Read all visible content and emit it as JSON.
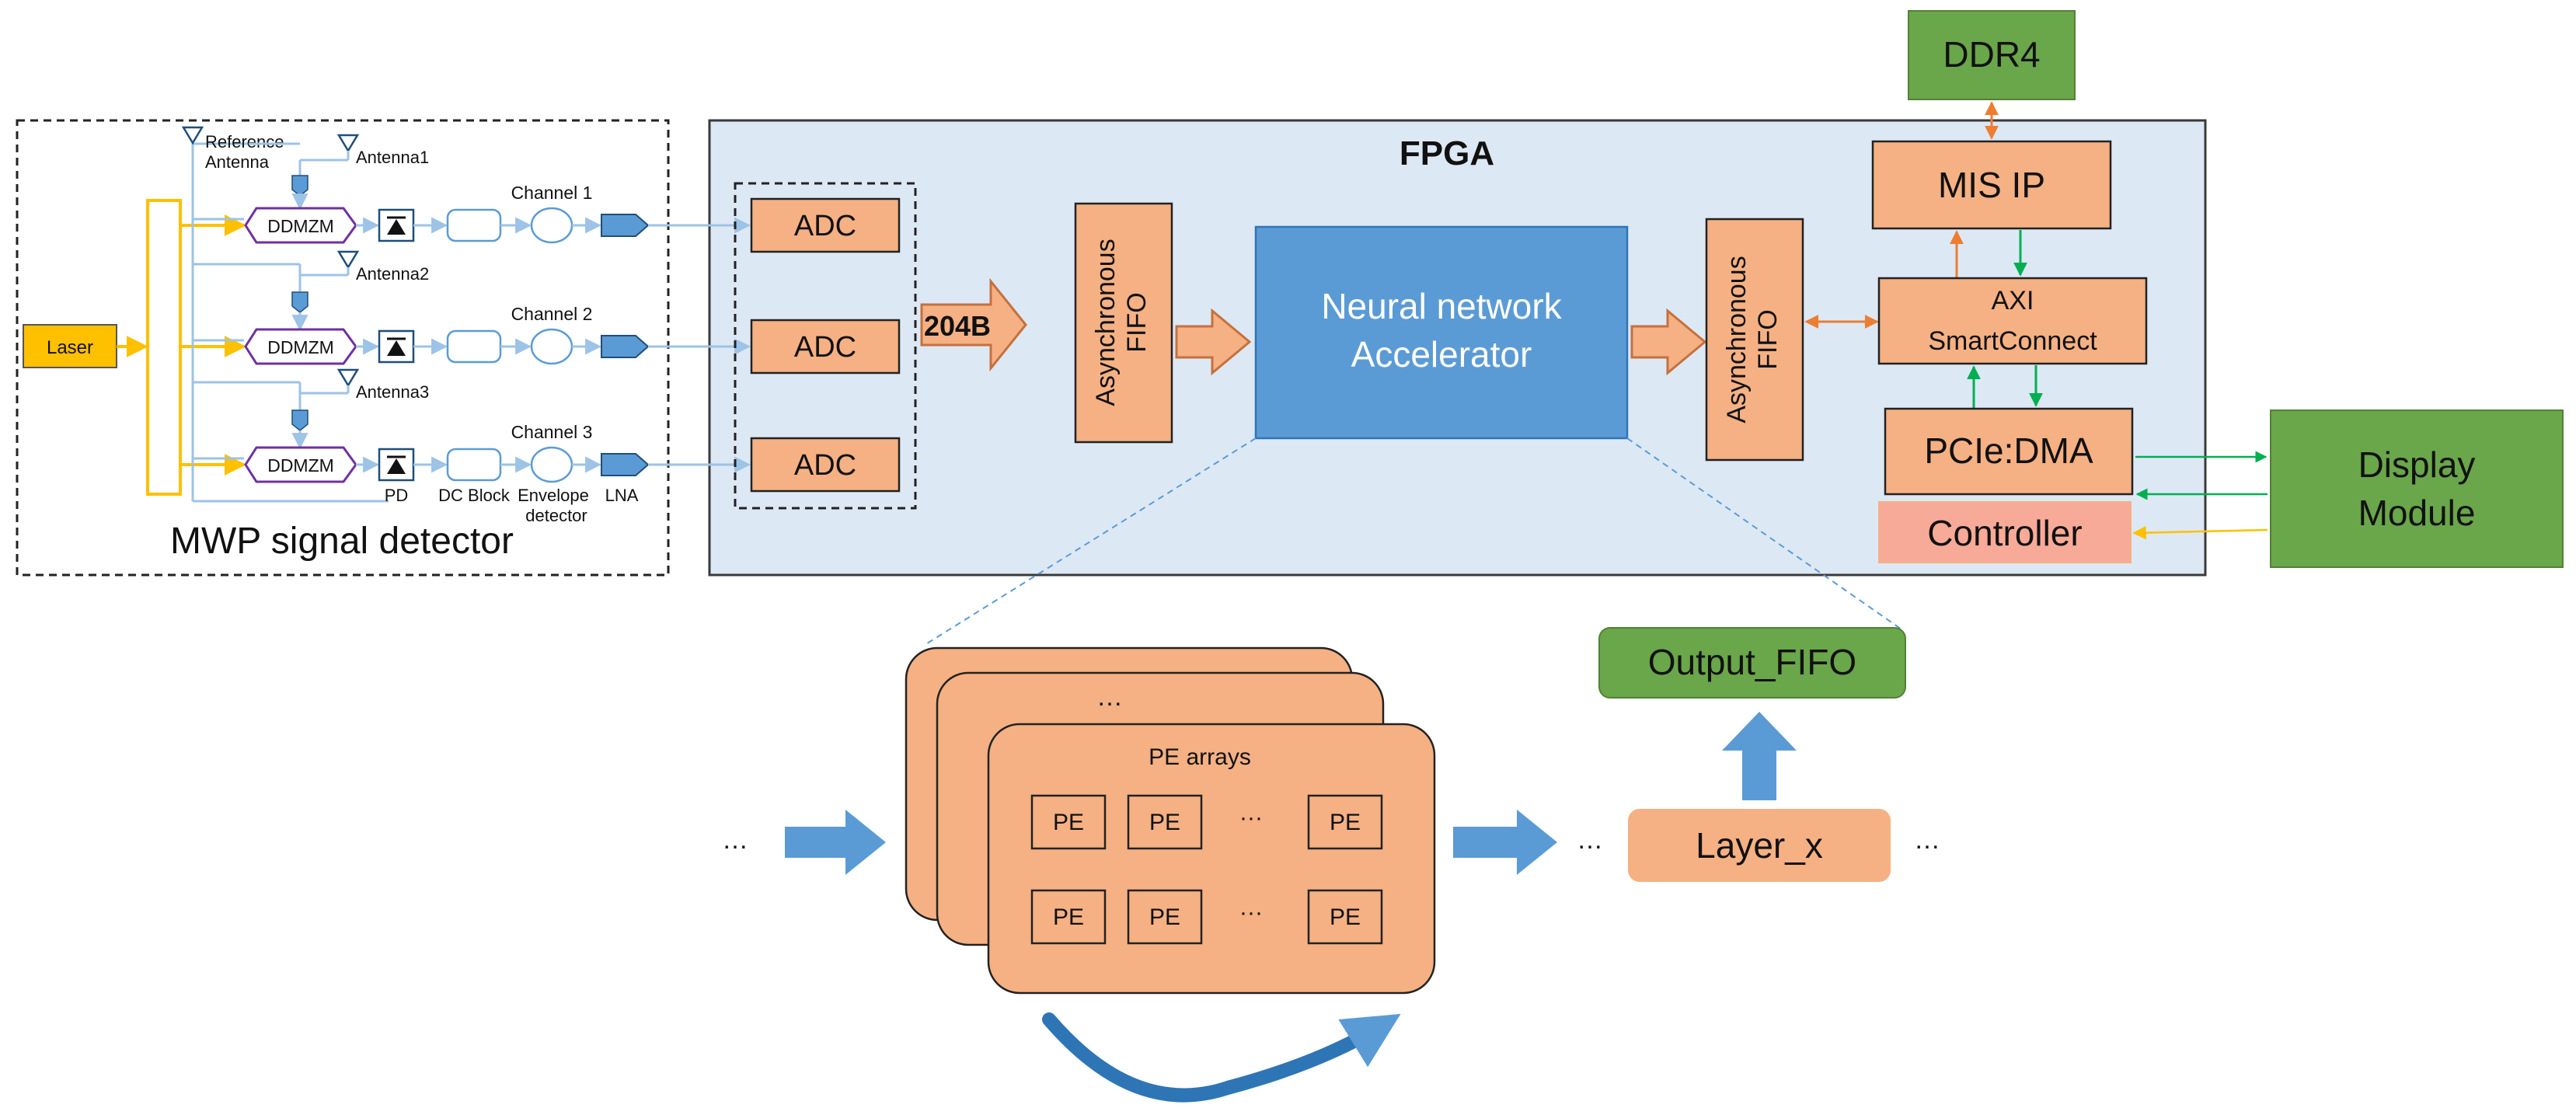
{
  "fpga": {
    "title": "FPGA"
  },
  "mwp": {
    "title": "MWP signal detector",
    "laser": "Laser",
    "reference_antenna": [
      "Reference",
      "Antenna"
    ],
    "antennas": [
      "Antenna1",
      "Antenna2",
      "Antenna3"
    ],
    "modulator": "DDMZM",
    "channels": [
      "Channel 1",
      "Channel 2",
      "Channel 3"
    ],
    "pd_label": "PD",
    "dc_block_label": "DC Block",
    "envelope_label": [
      "Envelope",
      "detector"
    ],
    "lna_label": "LNA"
  },
  "blocks": {
    "adc": "ADC",
    "jesd": "204B",
    "async_fifo": [
      "Asynchronous",
      "FIFO"
    ],
    "nn_accelerator": [
      "Neural network",
      "Accelerator"
    ],
    "ddr4": "DDR4",
    "mis_ip": "MIS IP",
    "axi": [
      "AXI",
      "SmartConnect"
    ],
    "pcie": "PCIe:DMA",
    "controller": "Controller",
    "display": [
      "Display",
      "Module"
    ],
    "output_fifo": "Output_FIFO",
    "layer_x": "Layer_x",
    "pe_arrays": "PE arrays",
    "pe": "PE",
    "ellipsis": "…",
    "dots": "···"
  },
  "colors": {
    "fpga_fill": "#dde8f5",
    "orange": "#f5b183",
    "orange_border": "#c5713e",
    "blue": "#5b9bd5",
    "green": "#6aa64a",
    "laser": "#ffc000",
    "pink": "#f8aa98",
    "purple": "#7030a0"
  }
}
